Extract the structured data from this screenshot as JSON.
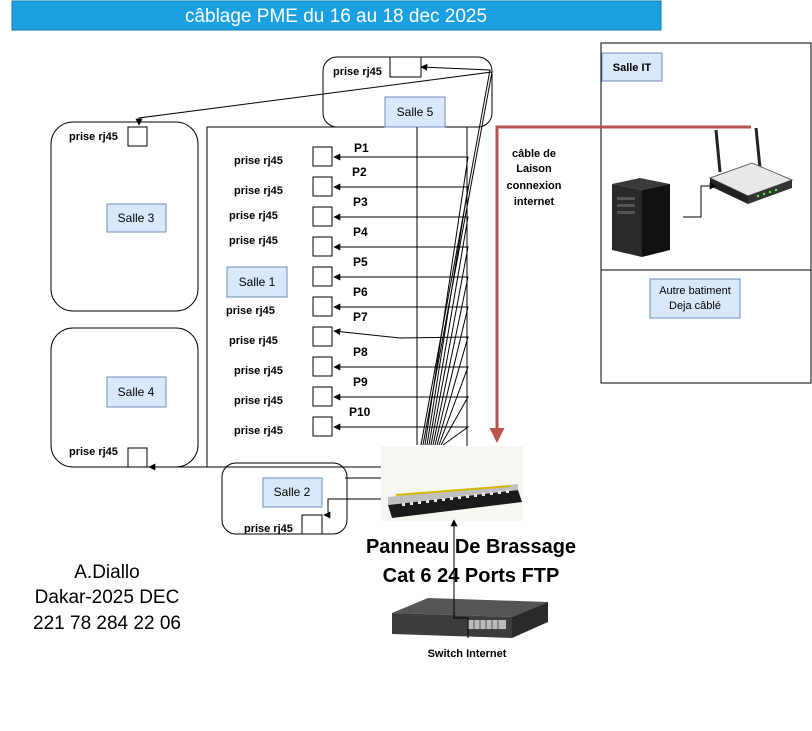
{
  "title": "câblage PME du 16 au 18 dec 2025",
  "rooms": {
    "salle1": "Salle 1",
    "salle2": "Salle 2",
    "salle3": "Salle 3",
    "salle4": "Salle 4",
    "salle5": "Salle 5",
    "salle_it": "Salle IT"
  },
  "outlet_label": "prise rj45",
  "ports": [
    "P1",
    "P2",
    "P3",
    "P4",
    "P5",
    "P6",
    "P7",
    "P8",
    "P9",
    "P10"
  ],
  "other_building": [
    "Autre batiment",
    "Deja câblé"
  ],
  "internet_cable": [
    "câble de",
    "Laison",
    "connexion",
    "internet"
  ],
  "patch_panel": [
    "Panneau De Brassage",
    "Cat 6 24 Ports FTP"
  ],
  "switch_label": "Switch Internet",
  "author": [
    "A.Diallo",
    "Dakar-2025 DEC",
    "221 78 284 22 06"
  ],
  "colors": {
    "title_bg": "#1ba1e2",
    "room_box": "#dae8fc",
    "room_border": "#6c8ebf",
    "internet_line": "#b85450"
  }
}
